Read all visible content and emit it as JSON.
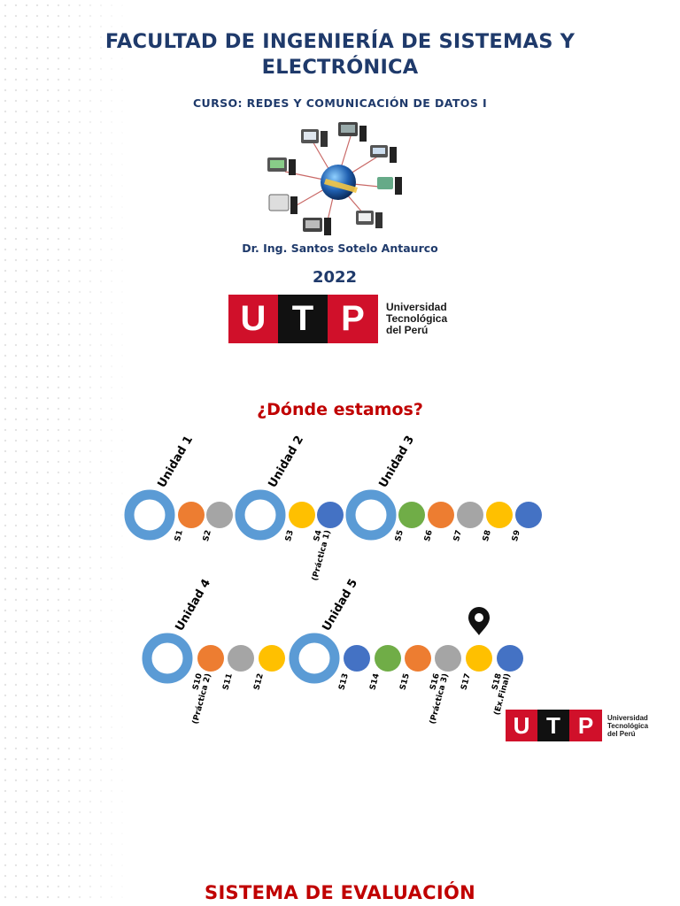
{
  "header": {
    "title_line1": "FACULTAD DE INGENIERÍA DE SISTEMAS Y",
    "title_line2": "ELECTRÓNICA",
    "course": "CURSO: REDES Y COMUNICACIÓN DE DATOS I",
    "author": "Dr. Ing. Santos Sotelo Antaurco",
    "year": "2022"
  },
  "logo": {
    "letters": [
      "U",
      "T",
      "P"
    ],
    "name_lines": [
      "Universidad",
      "Tecnológica",
      "del Perú"
    ],
    "colors": {
      "red": "#d0102a",
      "black": "#111111"
    }
  },
  "roadmap": {
    "heading": "¿Dónde estamos?",
    "units": [
      "Unidad 1",
      "Unidad 2",
      "Unidad 3",
      "Unidad 4",
      "Unidad 5"
    ],
    "sessions": [
      {
        "label": "S1",
        "note": "",
        "color": "#ed7d31"
      },
      {
        "label": "S2",
        "note": "",
        "color": "#a5a5a5"
      },
      {
        "label": "S3",
        "note": "",
        "color": "#ffc000"
      },
      {
        "label": "S4",
        "note": "(Práctica 1)",
        "color": "#4472c4"
      },
      {
        "label": "S5",
        "note": "",
        "color": "#70ad47"
      },
      {
        "label": "S6",
        "note": "",
        "color": "#ed7d31"
      },
      {
        "label": "S7",
        "note": "",
        "color": "#a5a5a5"
      },
      {
        "label": "S8",
        "note": "",
        "color": "#ffc000"
      },
      {
        "label": "S9",
        "note": "",
        "color": "#4472c4"
      },
      {
        "label": "S10",
        "note": "(Práctica 2)",
        "color": "#ed7d31"
      },
      {
        "label": "S11",
        "note": "",
        "color": "#a5a5a5"
      },
      {
        "label": "S12",
        "note": "",
        "color": "#ffc000"
      },
      {
        "label": "S13",
        "note": "",
        "color": "#4472c4"
      },
      {
        "label": "S14",
        "note": "",
        "color": "#70ad47"
      },
      {
        "label": "S15",
        "note": "",
        "color": "#ed7d31"
      },
      {
        "label": "S16",
        "note": "(Práctica 3)",
        "color": "#a5a5a5"
      },
      {
        "label": "S17",
        "note": "",
        "color": "#ffc000"
      },
      {
        "label": "S18",
        "note": "(Ex.Final)",
        "color": "#4472c4"
      }
    ],
    "current_session": "S17",
    "colors": {
      "unit_ring": "#5b9bd5",
      "label_text": "#000000"
    }
  },
  "footer": {
    "section_title": "SISTEMA DE EVALUACIÓN"
  }
}
